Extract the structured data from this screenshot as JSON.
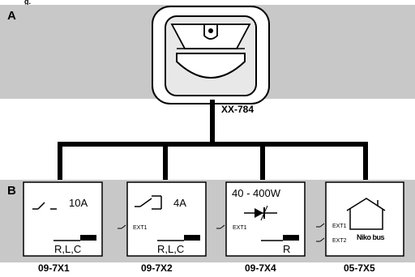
{
  "header_fragment": "g.",
  "section_a": {
    "label": "A",
    "sensor_code": "XX-784"
  },
  "section_b": {
    "label": "B",
    "modules": [
      {
        "code": "09-7X1",
        "rating": "10A",
        "terminals": "R,L,C"
      },
      {
        "code": "09-7X2",
        "rating": "4A",
        "terminals": "R,L,C",
        "ext1": "EXT1"
      },
      {
        "code": "09-7X4",
        "rating": "40 - 400W",
        "terminals": "R",
        "ext1": "EXT1"
      },
      {
        "code": "05-7X5",
        "ext1": "EXT1",
        "ext2": "EXT2",
        "brand": "Niko bus"
      }
    ]
  },
  "colors": {
    "panel_gray": "#c8c8c8",
    "line": "#000000",
    "box_fill": "#ffffff"
  }
}
